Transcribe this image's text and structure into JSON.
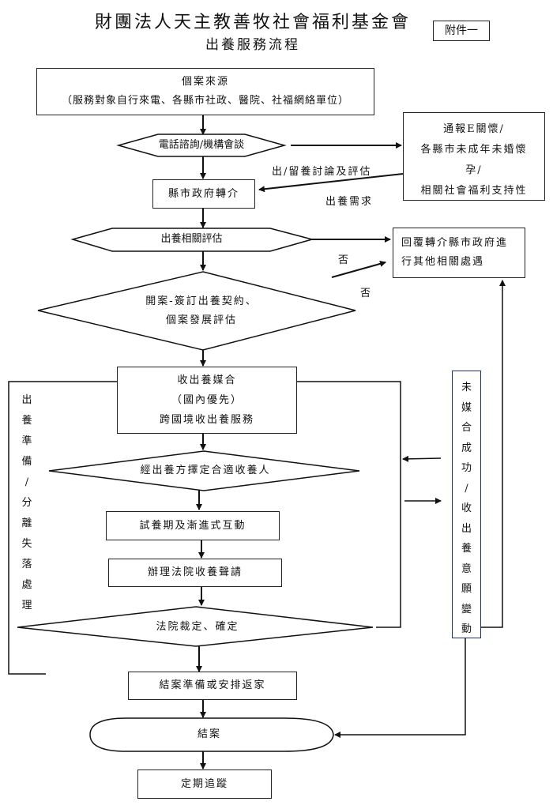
{
  "header": {
    "title": "財團法人天主教善牧社會福利基金會",
    "subtitle": "出養服務流程",
    "attachment_label": "附件一"
  },
  "nodes": {
    "case_source": {
      "line1": "個案來源",
      "line2": "（服務對象自行來電、各縣市社政、醫院、社福網絡單位）"
    },
    "phone_consult": "電話諮詢/機構會談",
    "external_referral": {
      "line1": "通報E關懷/",
      "line2": "各縣市未成年未婚懷",
      "line3": "孕/",
      "line4": "相關社會福利支持性"
    },
    "county_referral": "縣市政府轉介",
    "adoption_assessment": "出養相關評估",
    "reply_referral": {
      "line1": "回覆轉介縣市政府進",
      "line2": "行其他相關處遇"
    },
    "open_case": {
      "line1": "開案-簽訂出養契約、",
      "line2": "個案發展評估"
    },
    "matching": {
      "line1": "收出養媒合",
      "line2": "（國內優先）",
      "line3": "跨國境收出養服務"
    },
    "select_adopter": "經出養方擇定合適收養人",
    "trial_period": "試養期及漸進式互動",
    "court_petition": "辦理法院收養聲請",
    "court_ruling": "法院裁定、確定",
    "closing_prep": "結案準備或安排返家",
    "case_closed": "結案",
    "follow_up": "定期追蹤"
  },
  "edge_labels": {
    "discussion": "出/留養討論及評估",
    "adoption_need": "出養需求",
    "no_1": "否",
    "no_2": "否"
  },
  "side_labels": {
    "left": [
      "出",
      "養",
      "準",
      "備",
      "/",
      "分",
      "離",
      "失",
      "落",
      "處",
      "理"
    ],
    "right": [
      "未",
      "媒",
      "合",
      "成",
      "功",
      "/",
      "收",
      "出",
      "養",
      "意",
      "願",
      "變",
      "動"
    ]
  }
}
